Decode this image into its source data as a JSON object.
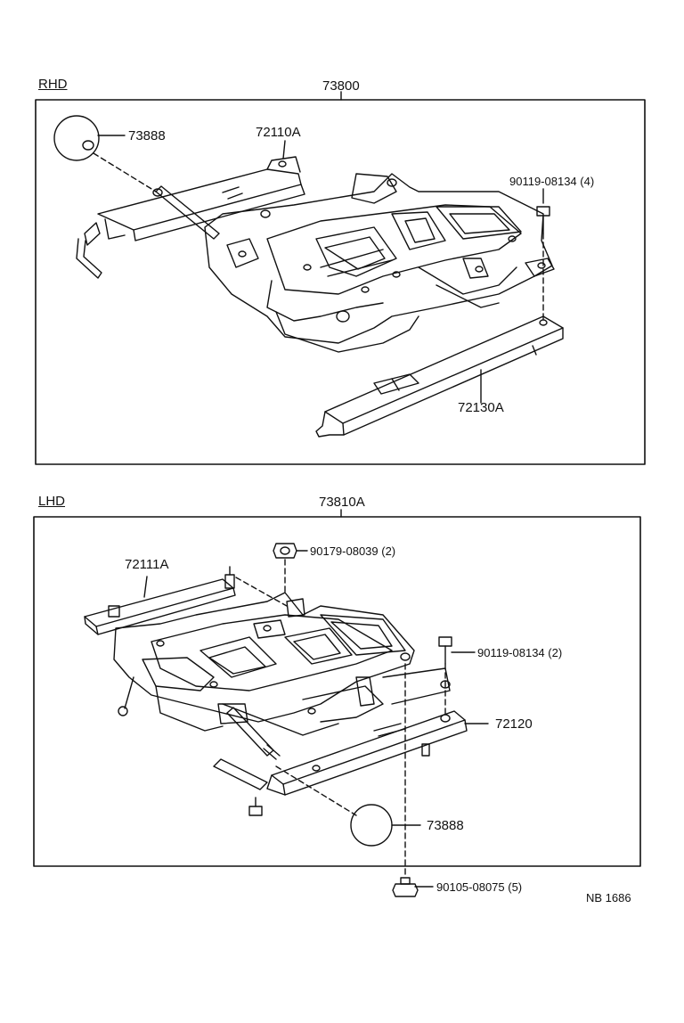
{
  "rhd": {
    "section_label": "RHD",
    "assembly": "73800",
    "parts": {
      "knob": "73888",
      "rail_upper": "72110A",
      "bolt": "90119-08134 (4)",
      "rail_lower": "72130A"
    }
  },
  "lhd": {
    "section_label": "LHD",
    "assembly": "73810A",
    "parts": {
      "rail_left": "72111A",
      "nut": "90179-08039 (2)",
      "bolt": "90119-08134 (2)",
      "rail_right": "72120",
      "knob": "73888",
      "bolt_lower": "90105-08075 (5)"
    }
  },
  "figure_code": "NB 1686"
}
